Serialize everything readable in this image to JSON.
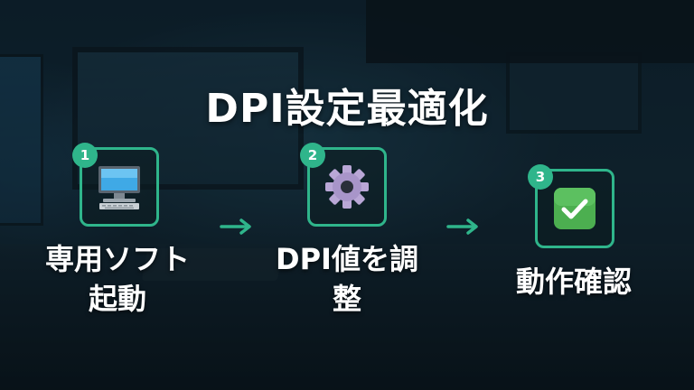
{
  "title": "DPI設定最適化",
  "colors": {
    "accent": "#2fb58b",
    "text": "#ffffff"
  },
  "steps": [
    {
      "number": "1",
      "icon": "computer-icon",
      "label_line1": "専用ソフト",
      "label_line2": "起動"
    },
    {
      "number": "2",
      "icon": "gear-icon",
      "label_line1": "DPI値を調",
      "label_line2": "整"
    },
    {
      "number": "3",
      "icon": "checkmark-icon",
      "label_line1": "動作確認",
      "label_line2": ""
    }
  ]
}
